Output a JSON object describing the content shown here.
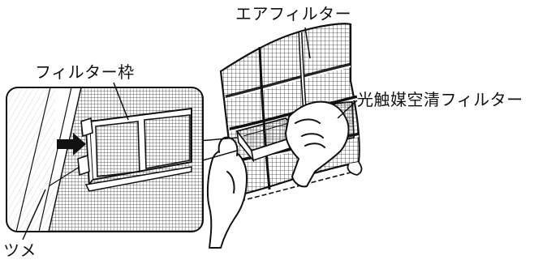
{
  "labels": {
    "air_filter": "エアフィルター",
    "filter_frame": "フィルター枠",
    "photocatalyst_filter": "光触媒空清フィルター",
    "tab": "ツメ"
  },
  "icons": [
    "push-arrow-icon"
  ],
  "colors": {
    "line": "#111111",
    "background": "#ffffff",
    "grid": "#444444"
  }
}
